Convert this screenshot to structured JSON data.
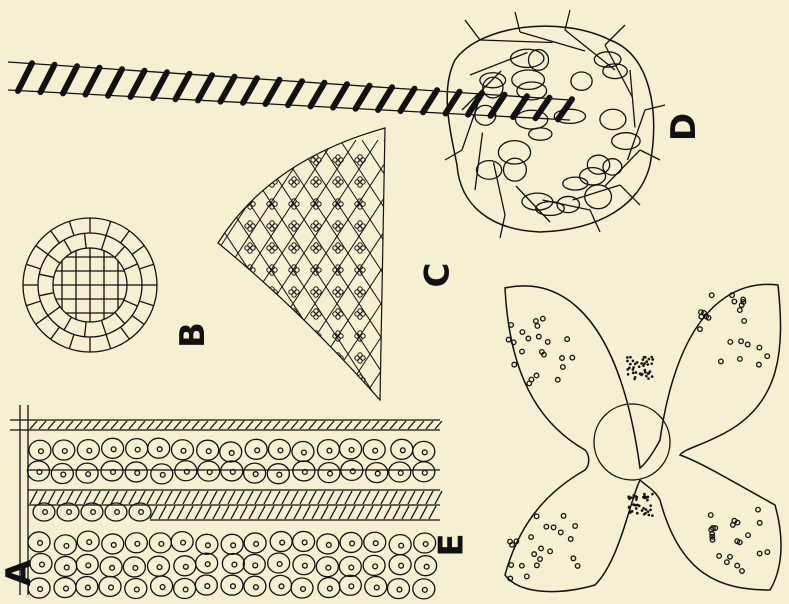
{
  "plate": {
    "background": "#f6f0d2",
    "ink": "#111111",
    "figures": [
      {
        "id": "A",
        "label": "A",
        "subject": "longitudinal-section"
      },
      {
        "id": "B",
        "label": "B",
        "subject": "cross-section"
      },
      {
        "id": "C",
        "label": "C",
        "subject": "spore-mass"
      },
      {
        "id": "D",
        "label": "D",
        "subject": "elater"
      },
      {
        "id": "E",
        "label": "E",
        "subject": "four-lobed-section"
      }
    ]
  }
}
